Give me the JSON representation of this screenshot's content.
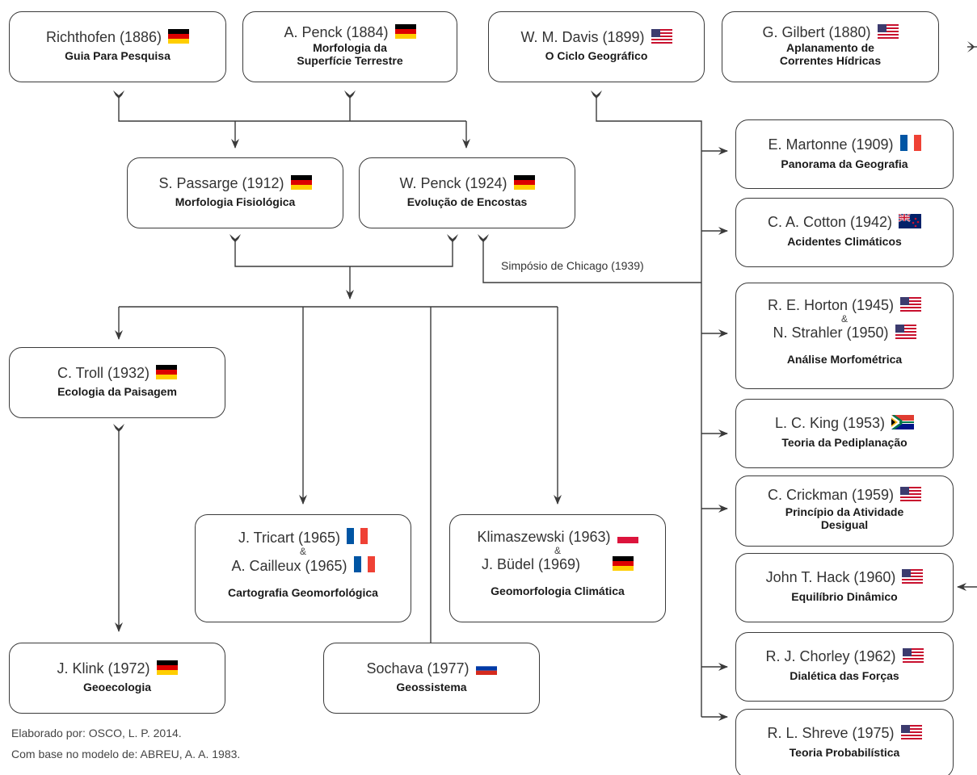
{
  "nodes": {
    "richthofen": {
      "person": "Richthofen (1886)",
      "topic": "Guia Para Pesquisa",
      "flag": "germany"
    },
    "apenck": {
      "person": "A. Penck (1884)",
      "topic1": "Morfologia da",
      "topic2": "Superfície Terrestre",
      "flag": "germany"
    },
    "davis": {
      "person": "W. M. Davis (1899)",
      "topic": "O Ciclo Geográfico",
      "flag": "usa"
    },
    "gilbert": {
      "person": "G. Gilbert (1880)",
      "topic1": "Aplanamento de",
      "topic2": "Correntes Hídricas",
      "flag": "usa"
    },
    "passarge": {
      "person": "S. Passarge (1912)",
      "topic": "Morfologia Fisiológica",
      "flag": "germany"
    },
    "wpenck": {
      "person": "W. Penck (1924)",
      "topic": "Evolução de Encostas",
      "flag": "germany"
    },
    "martonne": {
      "person": "E. Martonne (1909)",
      "topic": "Panorama da Geografia",
      "flag": "france"
    },
    "cotton": {
      "person": "C. A. Cotton (1942)",
      "topic": "Acidentes Climáticos",
      "flag": "new-zealand"
    },
    "horton": {
      "person1": "R. E. Horton (1945)",
      "amp": "&",
      "person2": "N. Strahler (1950)",
      "topic": "Análise Morfométrica",
      "flag1": "usa",
      "flag2": "usa"
    },
    "king": {
      "person": "L. C. King (1953)",
      "topic": "Teoria da Pediplanação",
      "flag": "south-africa"
    },
    "crickman": {
      "person": "C. Crickman (1959)",
      "topic1": "Princípio da Atividade",
      "topic2": "Desigual",
      "flag": "usa"
    },
    "hack": {
      "person": "John T. Hack (1960)",
      "topic": "Equilíbrio Dinâmico",
      "flag": "usa"
    },
    "chorley": {
      "person": "R. J. Chorley (1962)",
      "topic": "Dialética das Forças",
      "flag": "usa"
    },
    "shreve": {
      "person": "R. L. Shreve (1975)",
      "topic": "Teoria Probabilística",
      "flag": "usa"
    },
    "troll": {
      "person": "C. Troll (1932)",
      "topic": "Ecologia da Paisagem",
      "flag": "germany"
    },
    "tricart": {
      "person1": "J. Tricart (1965)",
      "amp": "&",
      "person2": "A. Cailleux (1965)",
      "topic": "Cartografia Geomorfológica",
      "flag1": "france",
      "flag2": "france"
    },
    "klimaszewski": {
      "person1": "Klimaszewski (1963)",
      "amp": "&",
      "person2": "J. Büdel (1969)",
      "topic": "Geomorfologia Climática",
      "flag1": "poland",
      "flag2": "germany"
    },
    "klink": {
      "person": "J. Klink (1972)",
      "topic": "Geoecologia",
      "flag": "germany"
    },
    "sochava": {
      "person": "Sochava (1977)",
      "topic": "Geossistema",
      "flag": "russia"
    }
  },
  "annotation": {
    "chicago": "Simpósio de Chicago (1939)"
  },
  "credits": {
    "line1": "Elaborado por: OSCO, L. P. 2014.",
    "line2": "Com base no modelo de: ABREU, A. A. 1983."
  },
  "colors": {
    "line": "#3a3a3a",
    "border": "#3a3a3a"
  }
}
